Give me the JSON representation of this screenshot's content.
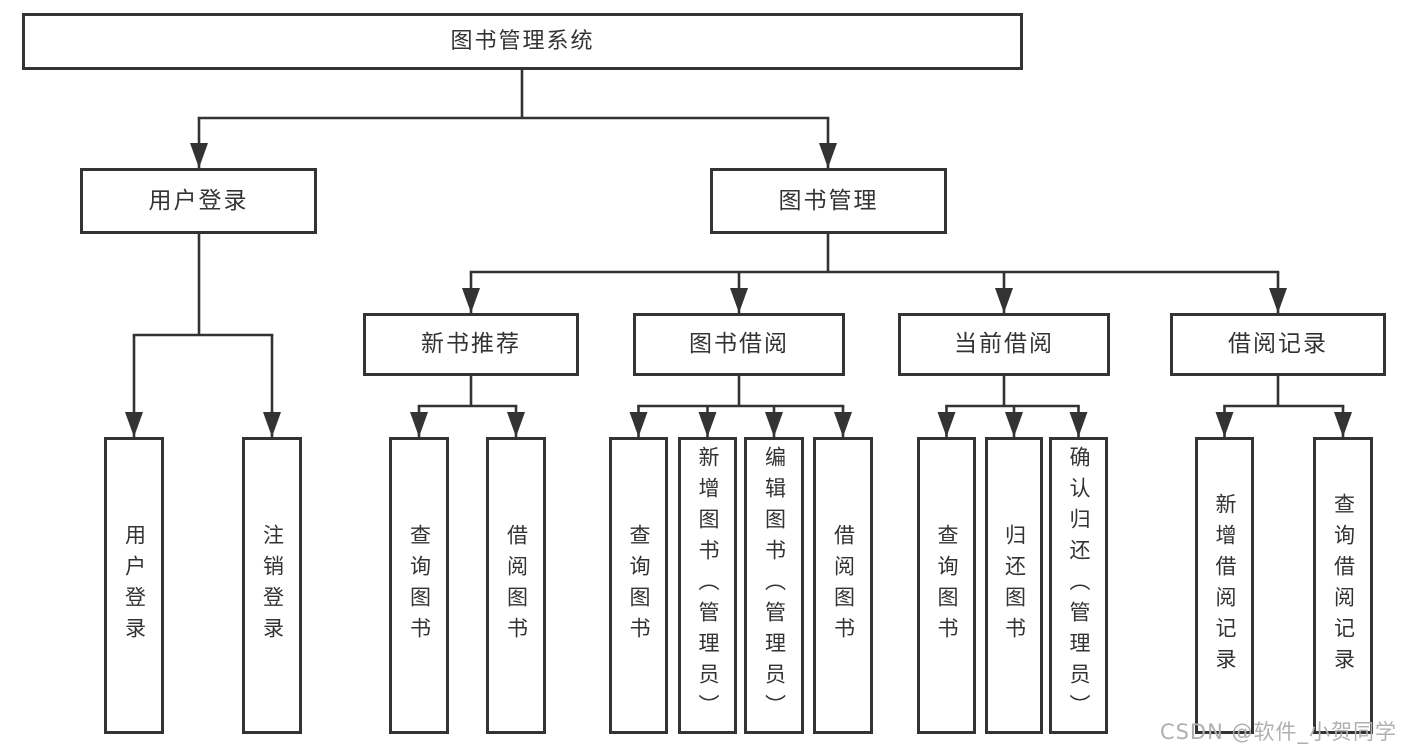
{
  "tree": {
    "label": "图书管理系统",
    "children": [
      {
        "label": "用户登录",
        "children": [
          {
            "label": "用户登录"
          },
          {
            "label": "注销登录"
          }
        ]
      },
      {
        "label": "图书管理",
        "children": [
          {
            "label": "新书推荐",
            "children": [
              {
                "label": "查询图书"
              },
              {
                "label": "借阅图书"
              }
            ]
          },
          {
            "label": "图书借阅",
            "children": [
              {
                "label": "查询图书"
              },
              {
                "label": "新增图书（管理员）"
              },
              {
                "label": "编辑图书（管理员）"
              },
              {
                "label": "借阅图书"
              }
            ]
          },
          {
            "label": "当前借阅",
            "children": [
              {
                "label": "查询图书"
              },
              {
                "label": "归还图书"
              },
              {
                "label": "确认归还（管理员）"
              }
            ]
          },
          {
            "label": "借阅记录",
            "children": [
              {
                "label": "新增借阅记录"
              },
              {
                "label": "查询借阅记录"
              }
            ]
          }
        ]
      }
    ]
  },
  "watermark": {
    "text": "CSDN @软件_小贺同学"
  },
  "colors": {
    "line": "#333333",
    "text": "#333333",
    "box_background": "#ffffff",
    "watermark": "#b0b0b0",
    "page_background": "#ffffff"
  }
}
